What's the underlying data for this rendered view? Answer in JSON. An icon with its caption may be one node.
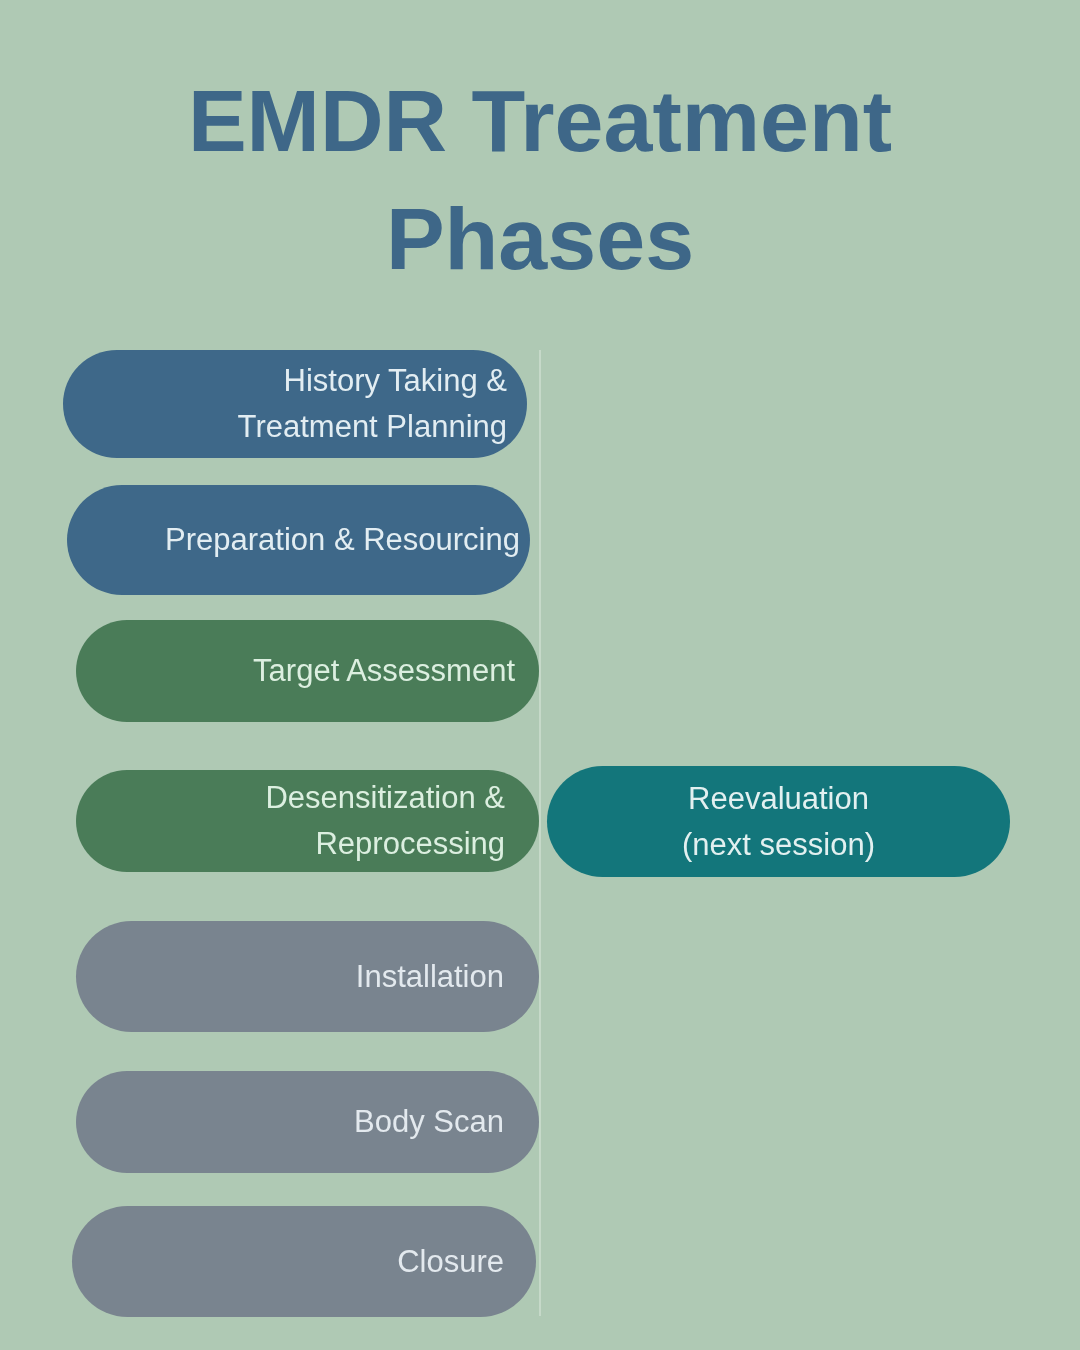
{
  "diagram": {
    "title": "EMDR Treatment Phases",
    "nodes": [
      {
        "text": [
          "History Taking & Treatment Planning"
        ]
      },
      {
        "text": [
          "Preparation & Resourcing"
        ]
      },
      {
        "text": [
          "Target Assessment"
        ]
      },
      {
        "text": [
          "Desensitization & Reprocessing"
        ]
      },
      {
        "text": [
          "Installation"
        ]
      },
      {
        "text": [
          "Body Scan"
        ]
      },
      {
        "text": [
          "Closure"
        ]
      },
      {
        "text": [
          "Reevaluation (next session)"
        ]
      }
    ]
  }
}
